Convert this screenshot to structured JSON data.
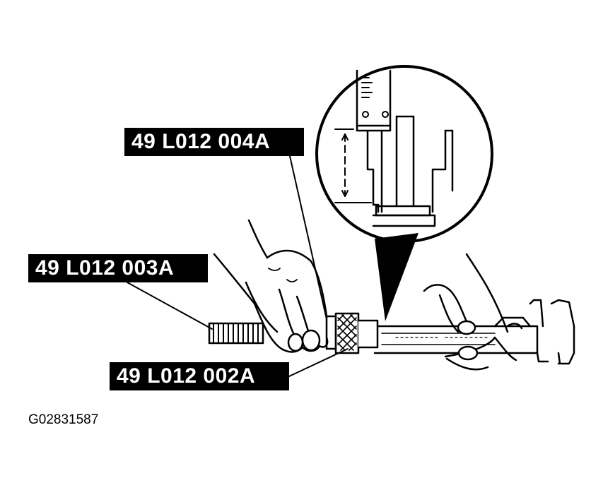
{
  "labels": {
    "tool_004": "49 L012 004A",
    "tool_003": "49 L012 003A",
    "tool_002": "49 L012 002A"
  },
  "figure_id": "G02831587",
  "colors": {
    "ink": "#000000",
    "paper": "#ffffff"
  }
}
